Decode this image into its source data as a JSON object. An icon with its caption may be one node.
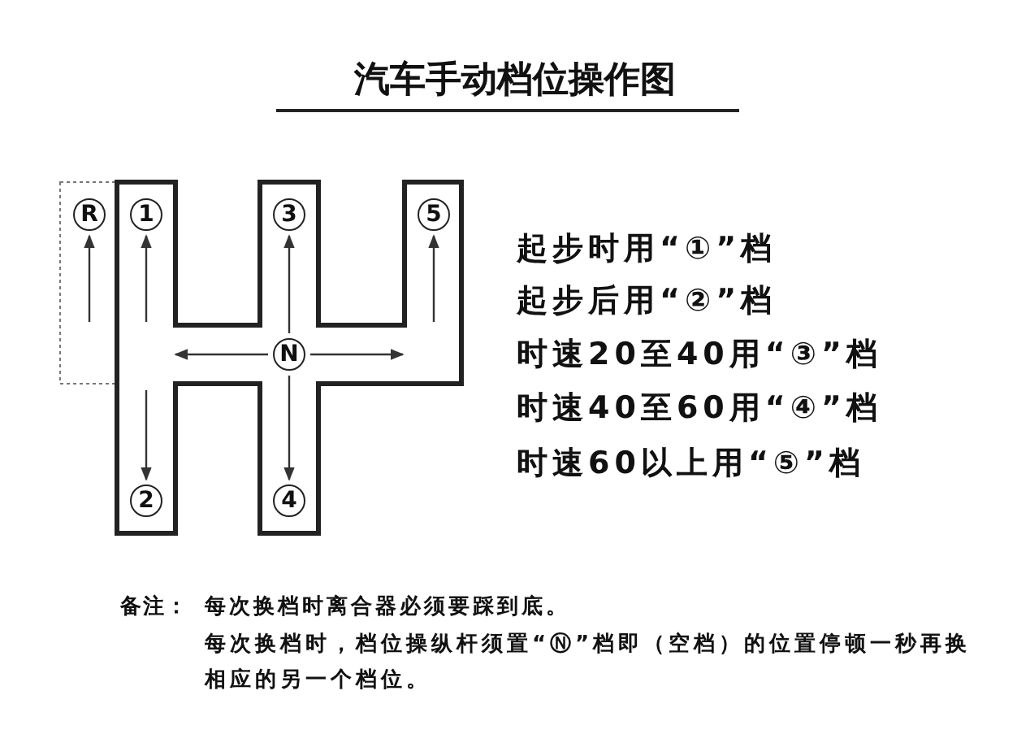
{
  "diagram": {
    "title": "汽车手动档位操作图",
    "nodes": [
      {
        "text": [
          "R"
        ]
      },
      {
        "text": [
          "1"
        ]
      },
      {
        "text": [
          "3"
        ]
      },
      {
        "text": [
          "5"
        ]
      },
      {
        "text": [
          "N"
        ]
      },
      {
        "text": [
          "2"
        ]
      },
      {
        "text": [
          "4"
        ]
      }
    ],
    "edges": [
      {
        "from": null,
        "to": 0,
        "arrow": "to"
      },
      {
        "from": null,
        "to": 1,
        "arrow": "to"
      },
      {
        "from": 4,
        "to": 2,
        "arrow": "to"
      },
      {
        "from": null,
        "to": 3,
        "arrow": "to"
      },
      {
        "from": 4,
        "to": null,
        "arrow": "to"
      },
      {
        "from": 4,
        "to": null,
        "arrow": "to"
      },
      {
        "from": null,
        "to": 5,
        "arrow": "to"
      },
      {
        "from": 4,
        "to": 6,
        "arrow": "to"
      }
    ],
    "labels": [
      "起步时用“①”档",
      "起步后用“②”档",
      "时速20至40用“③”档",
      "时速40至60用“④”档",
      "时速60以上用“⑤”档",
      "备注：",
      "每次换档时离合器必须要踩到底。",
      "每次换档时，档位操纵杆须置“Ⓝ”档即（空档）的位置停顿一秒再换相应的另一个档位。"
    ]
  }
}
